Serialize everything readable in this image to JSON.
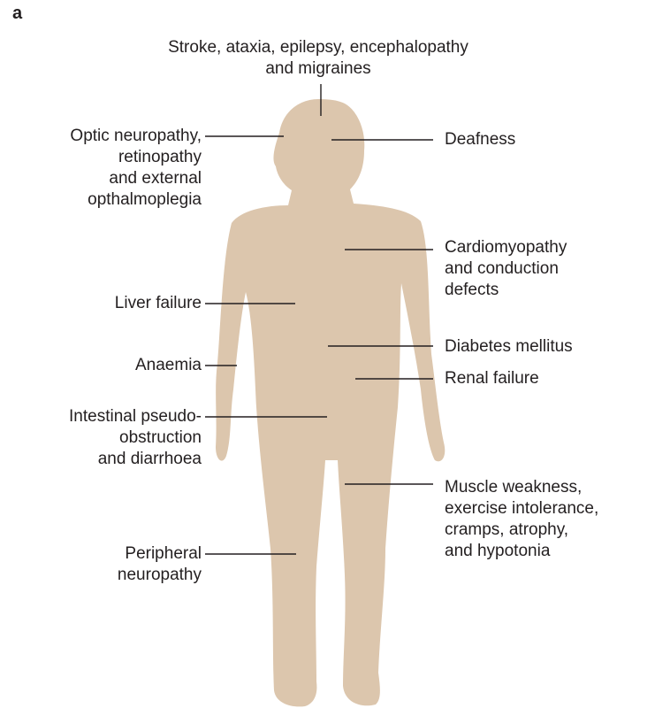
{
  "panel_letter": "a",
  "body_color": "#dcc6ad",
  "line_color": "#231f20",
  "labels": {
    "neuro": "Stroke, ataxia, epilepsy, encephalopathy\nand migraines",
    "optic": "Optic neuropathy,\nretinopathy\nand external\nopthalmoplegia",
    "deafness": "Deafness",
    "cardio": "Cardiomyopathy\nand conduction\ndefects",
    "liver": "Liver failure",
    "diabetes": "Diabetes mellitus",
    "anaemia": "Anaemia",
    "renal": "Renal failure",
    "intestinal": "Intestinal pseudo-\nobstruction\nand diarrhoea",
    "muscle": "Muscle weakness,\nexercise intolerance,\ncramps, atrophy,\nand hypotonia",
    "peripheral": "Peripheral\nneuropathy"
  }
}
